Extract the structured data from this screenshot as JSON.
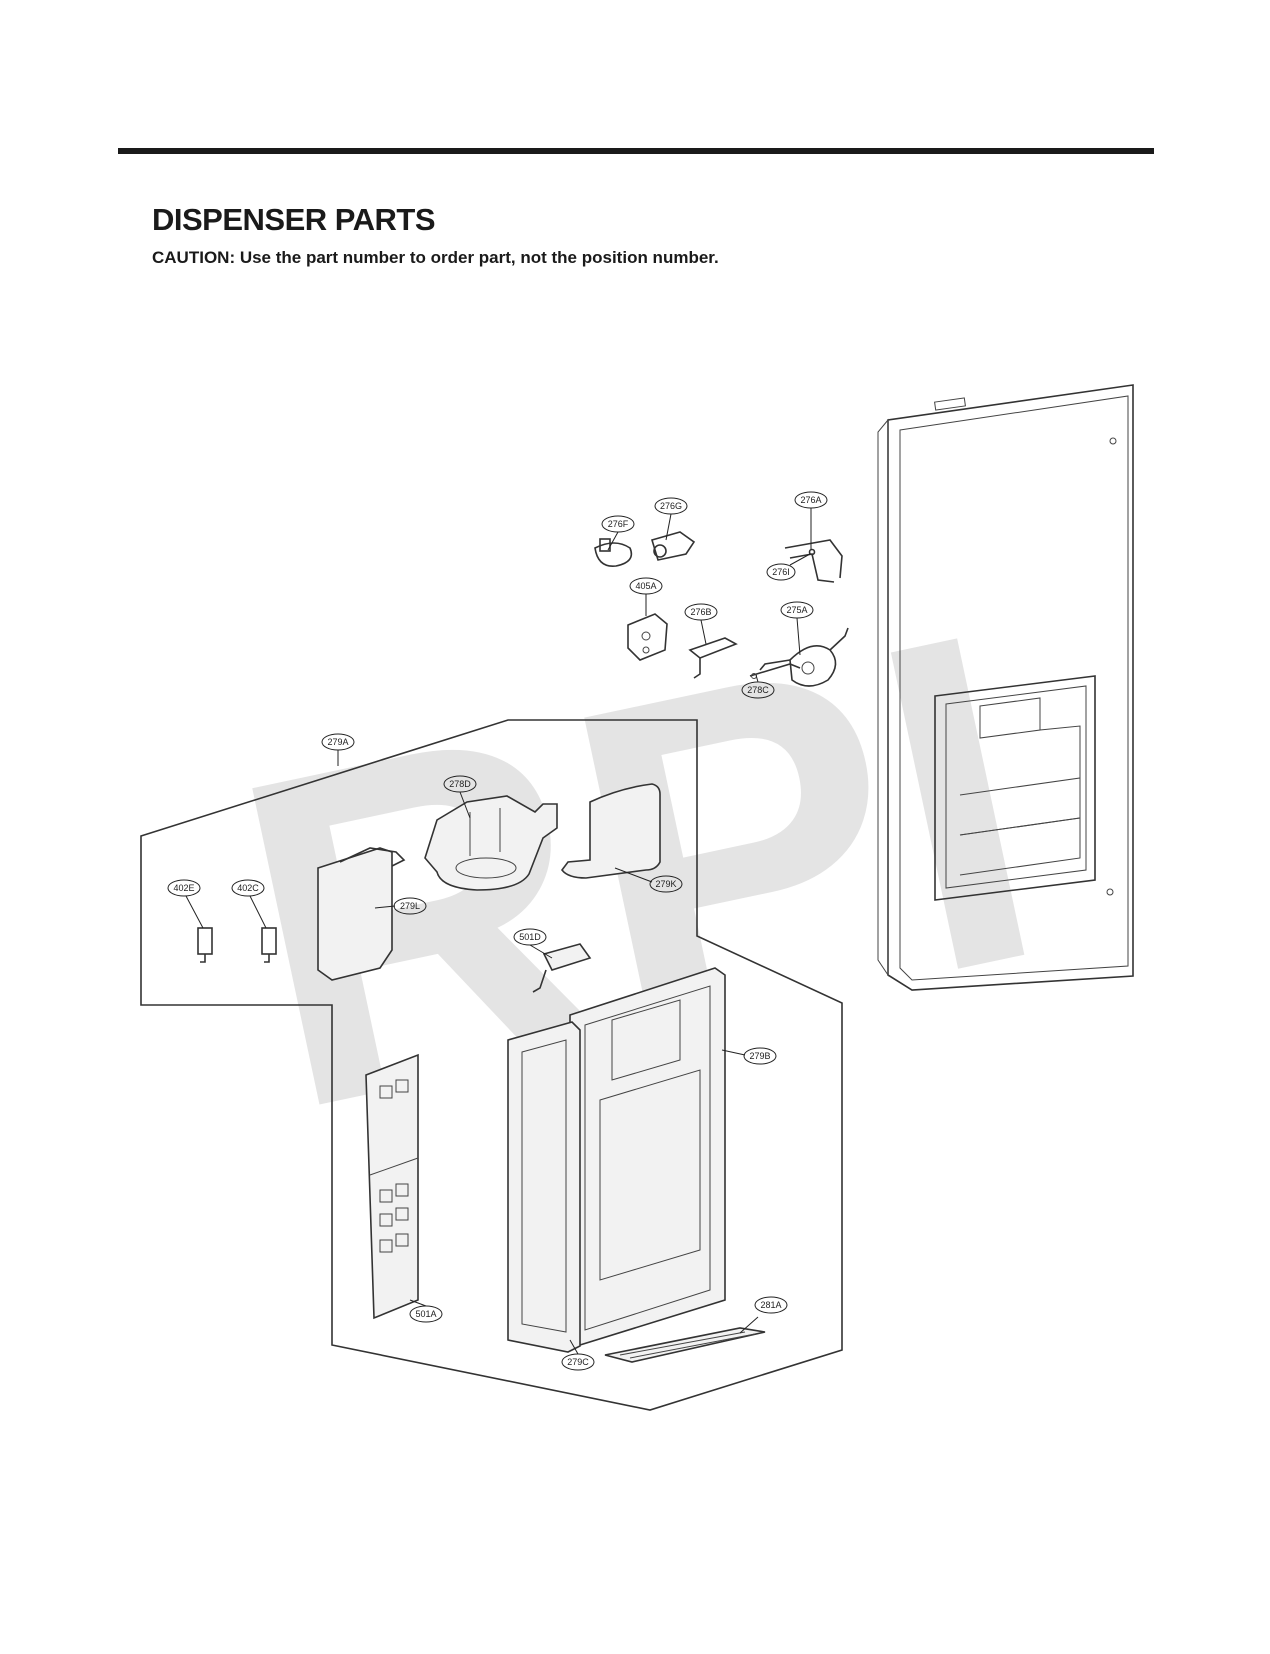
{
  "page": {
    "title": "DISPENSER PARTS",
    "caution": "CAUTION: Use the part number to order part, not the position number."
  },
  "watermark": {
    "text": "RPI",
    "color": "#dcdcdc"
  },
  "callouts": [
    {
      "id": "276F",
      "label": "276F"
    },
    {
      "id": "276G",
      "label": "276G"
    },
    {
      "id": "276A",
      "label": "276A"
    },
    {
      "id": "276I",
      "label": "276I"
    },
    {
      "id": "405A",
      "label": "405A"
    },
    {
      "id": "276B",
      "label": "276B"
    },
    {
      "id": "275A",
      "label": "275A"
    },
    {
      "id": "278C",
      "label": "278C"
    },
    {
      "id": "279A",
      "label": "279A"
    },
    {
      "id": "278D",
      "label": "278D"
    },
    {
      "id": "279K",
      "label": "279K"
    },
    {
      "id": "402E",
      "label": "402E"
    },
    {
      "id": "402C",
      "label": "402C"
    },
    {
      "id": "279L",
      "label": "279L"
    },
    {
      "id": "501D",
      "label": "501D"
    },
    {
      "id": "279B",
      "label": "279B"
    },
    {
      "id": "501A",
      "label": "501A"
    },
    {
      "id": "281A",
      "label": "281A"
    },
    {
      "id": "279C",
      "label": "279C"
    }
  ]
}
